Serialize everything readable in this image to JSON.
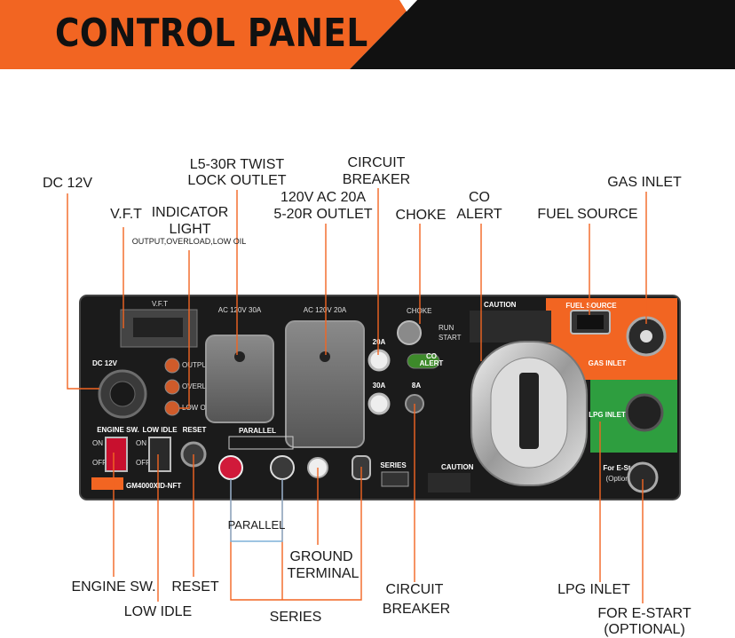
{
  "title": "CONTROL PANEL",
  "colors": {
    "accent": "#f26522",
    "banner_dark": "#111111",
    "panel": "#1b1b1b",
    "green": "#2e9e3f"
  },
  "callouts": {
    "dc_12v": "DC 12V",
    "vft": "V.F.T",
    "indicator_light": "INDICATOR",
    "indicator_light_2": "LIGHT",
    "indicator_sub": "OUTPUT,OVERLOAD,LOW OIL",
    "l5_30r_1": "L5-30R TWIST",
    "l5_30r_2": "LOCK OUTLET",
    "outlet_120v_1": "120V AC 20A",
    "outlet_120v_2": "5-20R OUTLET",
    "circuit_breaker_top_1": "CIRCUIT",
    "circuit_breaker_top_2": "BREAKER",
    "choke": "CHOKE",
    "co_alert_1": "CO",
    "co_alert_2": "ALERT",
    "fuel_source": "FUEL SOURCE",
    "gas_inlet": "GAS INLET",
    "engine_sw": "ENGINE SW.",
    "low_idle": "LOW IDLE",
    "reset": "RESET",
    "parallel": "PARALLEL",
    "ground_terminal_1": "GROUND",
    "ground_terminal_2": "TERMINAL",
    "series": "SERIES",
    "circuit_breaker_bottom_1": "CIRCUIT",
    "circuit_breaker_bottom_2": "BREAKER",
    "lpg_inlet": "LPG INLET",
    "estart_1": "FOR E-START",
    "estart_2": "(OPTIONAL)"
  },
  "panel_text": {
    "vft": "V.F.T",
    "dc12v": "DC 12V",
    "ac30a": "AC 120V 30A",
    "ac20a": "AC 120V 20A",
    "choke": "CHOKE",
    "run": "RUN",
    "start": "START",
    "caution": "CAUTION",
    "fuel_source": "FUEL SOURCE",
    "engine_sw": "ENGINE SW.",
    "on": "ON",
    "off": "OFF",
    "low_idle": "LOW IDLE",
    "reset": "RESET",
    "parallel": "PARALLEL",
    "series": "SERIES",
    "output": "OUTPUT",
    "overload": "OVERLOAD",
    "low_oil": "LOW OIL",
    "b20a": "20A",
    "b30a": "30A",
    "b8a": "8A",
    "co": "CO",
    "alert": "ALERT",
    "model": "GM4000XID-NFT",
    "estart": "For E-Start",
    "optional": "(Optional)",
    "gas_inlet": "GAS INLET",
    "lpg_inlet": "LPG INLET"
  }
}
